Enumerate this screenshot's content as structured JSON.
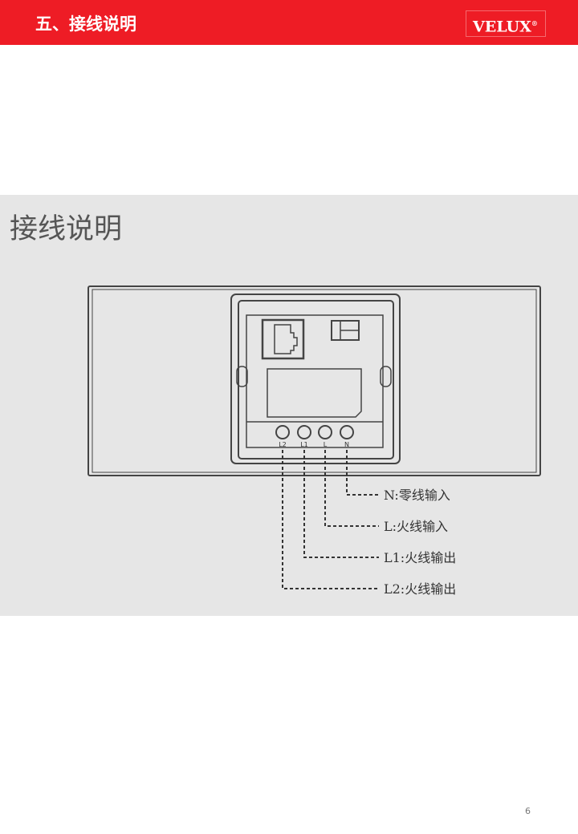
{
  "header": {
    "title": "五、接线说明",
    "logo": "VELUX",
    "logo_mark": "®",
    "brand_color": "#ee1c25"
  },
  "diagram": {
    "title": "接线说明",
    "terminals": [
      "L2",
      "L1",
      "L",
      "N"
    ],
    "legend": [
      "N:零线输入",
      "L:火线输入",
      "L1:火线输出",
      "L2:火线输出"
    ]
  },
  "page_number": "6"
}
